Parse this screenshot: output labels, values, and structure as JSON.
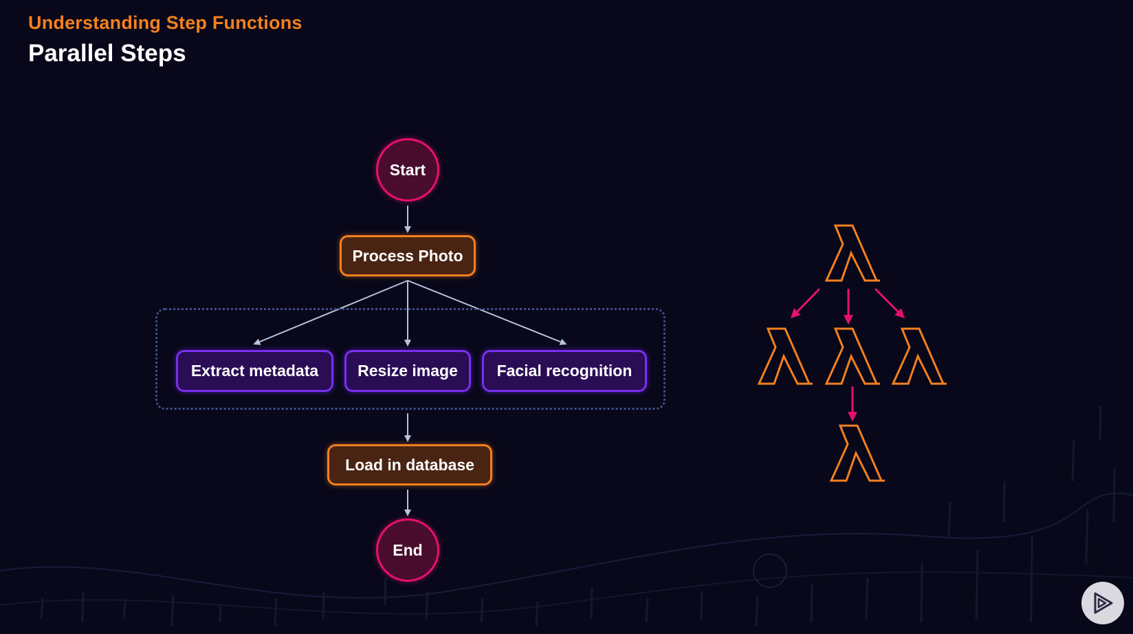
{
  "header": {
    "subtitle": "Understanding Step Functions",
    "title": "Parallel Steps"
  },
  "flow": {
    "start": "Start",
    "process_photo": "Process Photo",
    "parallel": [
      "Extract metadata",
      "Resize image",
      "Facial recognition"
    ],
    "load": "Load in database",
    "end": "End"
  },
  "colors": {
    "background": "#08081a",
    "accent_orange": "#f5801f",
    "accent_pink": "#e8106e",
    "accent_purple": "#7a2ff0",
    "connector": "#b8c2dc",
    "group_border": "#3e4f8a"
  },
  "icons": {
    "lambda": "lambda-icon",
    "player": "play-logo-icon"
  }
}
